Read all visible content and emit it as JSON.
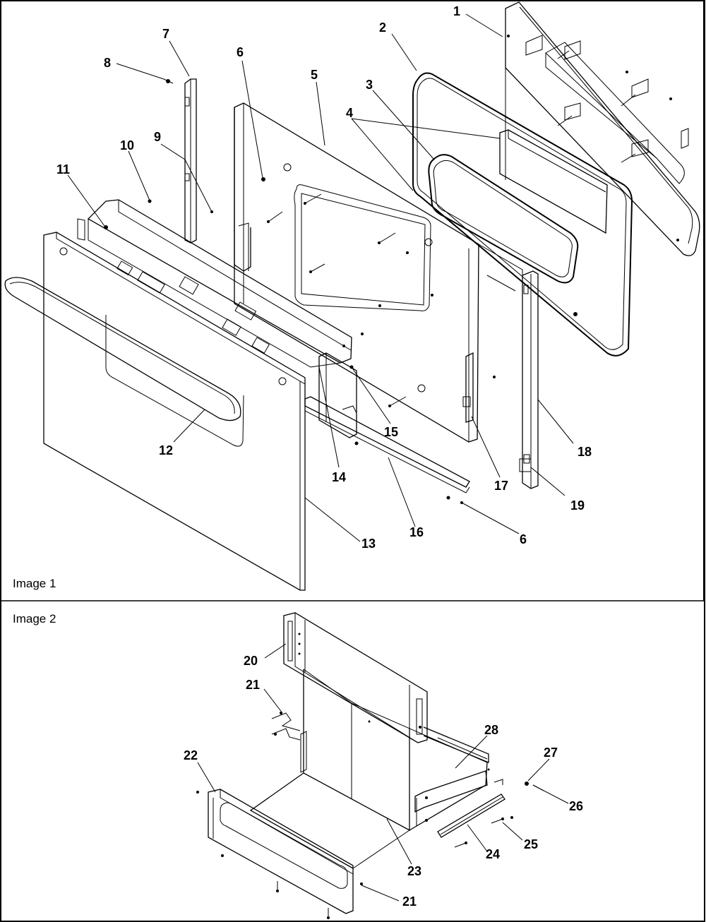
{
  "panels": [
    {
      "label": "Image 1"
    },
    {
      "label": "Image 2"
    }
  ],
  "callouts": {
    "c1": "1",
    "c2": "2",
    "c3": "3",
    "c4": "4",
    "c5": "5",
    "c6": "6",
    "c6b": "6",
    "c7": "7",
    "c8": "8",
    "c9": "9",
    "c10": "10",
    "c11": "11",
    "c12": "12",
    "c13": "13",
    "c14": "14",
    "c15": "15",
    "c16": "16",
    "c17": "17",
    "c18": "18",
    "c19": "19",
    "c20": "20",
    "c21": "21",
    "c21b": "21",
    "c22": "22",
    "c23": "23",
    "c24": "24",
    "c25": "25",
    "c26": "26",
    "c27": "27",
    "c28": "28"
  }
}
